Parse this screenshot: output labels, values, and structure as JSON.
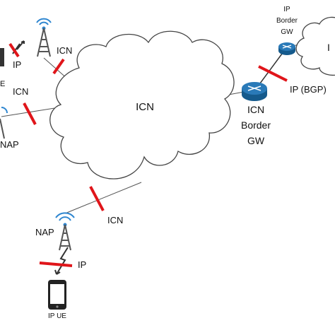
{
  "labels": {
    "core": "ICN",
    "ip_border_gw": [
      "IP",
      "Border",
      "GW"
    ],
    "ip_bgp": "IP (BGP)",
    "icn_border_gw": [
      "ICN",
      "Border",
      "GW"
    ],
    "top_left_icn": "ICN",
    "top_left_ip": "IP",
    "left_icn": "ICN",
    "left_nap": "NAP",
    "partial_e": "E",
    "bottom_icn": "ICN",
    "bottom_nap": "NAP",
    "bottom_ip": "IP",
    "ip_ue": "IP UE",
    "partial_i": "I"
  },
  "colors": {
    "link": "#555555",
    "blocked": "#e0151a",
    "router": "#1f6fa8",
    "signal": "#2e86d0",
    "cloud_stroke": "#444444"
  }
}
